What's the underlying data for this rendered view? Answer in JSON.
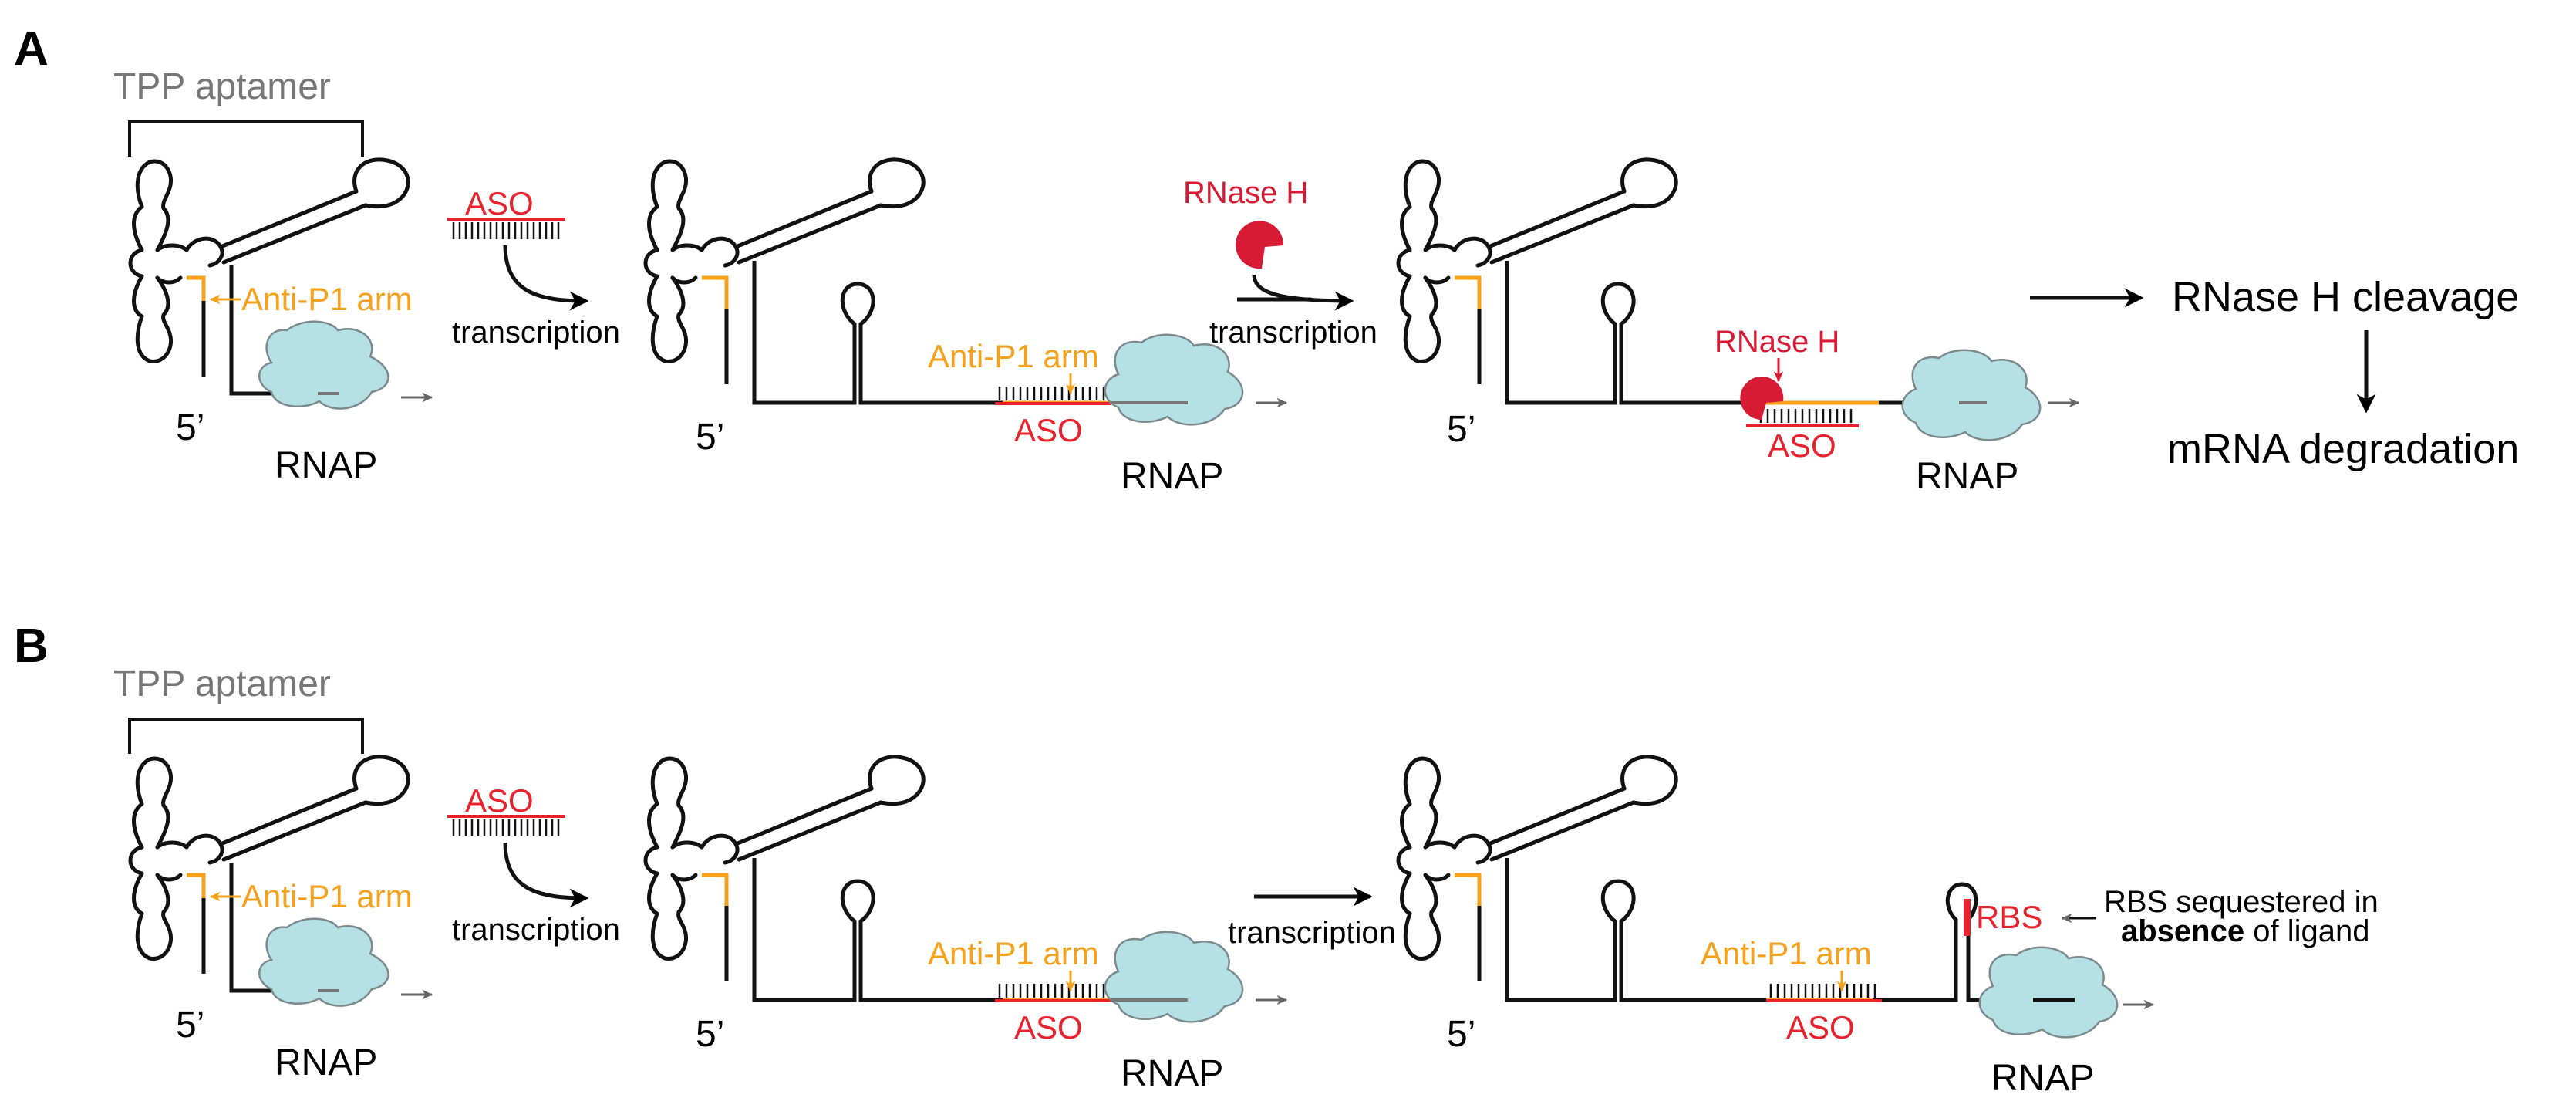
{
  "panels": [
    {
      "letter": "A",
      "aptamer_label": "TPP aptamer",
      "aso": "ASO",
      "anti_p1": "Anti-P1 arm",
      "five_prime": "5’",
      "rnap": "RNAP",
      "transcription": "transcription",
      "rnase_h": "RNase H",
      "cleavage": "RNase H cleavage",
      "degradation": "mRNA degradation"
    },
    {
      "letter": "B",
      "aptamer_label": "TPP aptamer",
      "aso": "ASO",
      "anti_p1": "Anti-P1 arm",
      "five_prime": "5’",
      "rnap": "RNAP",
      "transcription": "transcription",
      "rbs": "RBS",
      "rbs_note_line1": "RBS sequestered in",
      "rbs_note_bold": "absence",
      "rbs_note_rest": " of ligand"
    }
  ],
  "colors": {
    "rna": "#111111",
    "anti_p1": "#f5a11c",
    "aso": "#e8222d",
    "rnase": "#d81b35",
    "rnap_fill": "#b5e0e5",
    "rnap_stroke": "#7c8a8d",
    "gray_text": "#777777"
  }
}
